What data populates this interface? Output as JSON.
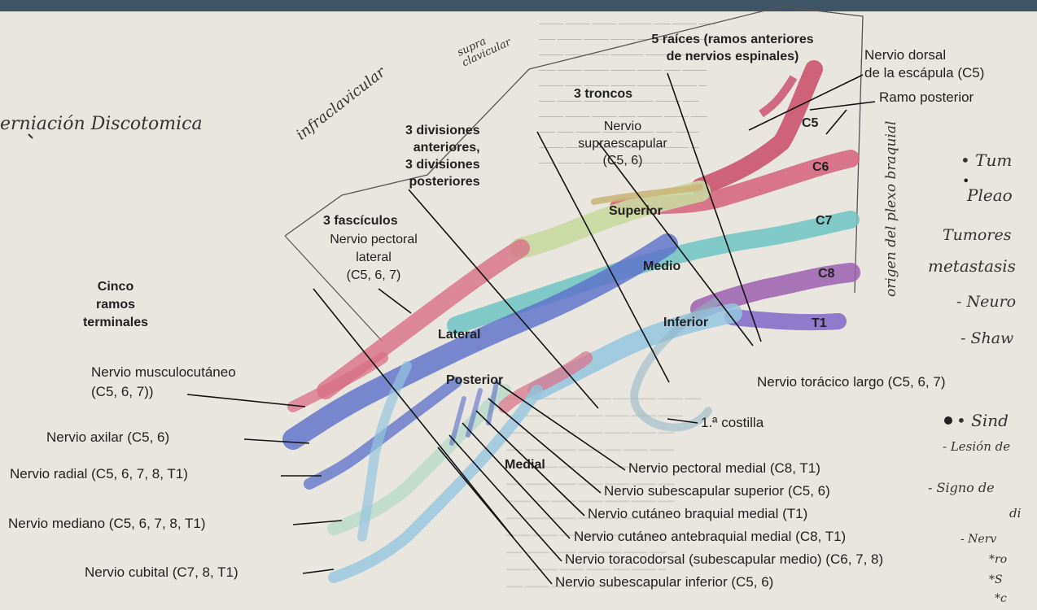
{
  "diagram": {
    "header_label_five_roots": "5 raíces (ramos anteriores\nde nervios espinales)",
    "header_label_trunks": "3 troncos",
    "header_label_divisions": "3 divisiones\nanteriores,\n3 divisiones\nposteriores",
    "header_label_fascicles": "3 fascículos",
    "header_label_terminals": "Cinco\nramos\nterminales",
    "roots": [
      "C5",
      "C6",
      "C7",
      "C8",
      "T1"
    ],
    "trunks": [
      "Superior",
      "Medio",
      "Inferior"
    ],
    "cords": [
      "Lateral",
      "Posterior",
      "Medial"
    ],
    "nerves_left": [
      "Nervio musculocutáneo\n(C5, 6, 7))",
      "Nervio axilar (C5, 6)",
      "Nervio radial (C5, 6, 7, 8, T1)",
      "Nervio mediano (C5, 6, 7, 8, T1)",
      "Nervio cubital (C7, 8, T1)"
    ],
    "nerves_top": [
      "Nervio supraescapular\n(C5, 6)",
      "Nervio pectoral\nlateral\n(C5, 6, 7)",
      "Nervio dorsal\nde la escápula (C5)",
      "Ramo posterior"
    ],
    "nerves_right": [
      "Nervio torácico largo (C5, 6, 7)",
      "1.ª costilla"
    ],
    "nerves_bottom": [
      "Nervio pectoral medial (C8, T1)",
      "Nervio subescapular superior (C5, 6)",
      "Nervio cutáneo braquial medial (T1)",
      "Nervio cutáneo antebraquial medial (C8, T1)",
      "Nervio toracodorsal (subescapular medio) (C6, 7, 8)",
      "Nervio subescapular inferior (C5, 6)"
    ]
  },
  "handwriting": {
    "left_note": "erniación  Discotomica",
    "infraclavicular": "infraclavicular",
    "supraclavicular": "supra\nclavicular",
    "origin_note": "origen del plexo braquial",
    "right_notes": [
      "• Tum",
      "Pleao",
      "Tumores",
      "metastasis",
      "- Neuro",
      "- Shaw",
      "• Sind",
      "- Lesión de",
      "- Signo de",
      "di",
      "- Nerv",
      "*ro",
      "*S",
      "*c"
    ]
  },
  "colors": {
    "c5": "#c94a6a",
    "c6": "#d6607d",
    "c7": "#6fc3c3",
    "c8": "#9b5fb0",
    "t1": "#4a5cc0",
    "superior": "#c9d9a0",
    "lateral": "#d86f86",
    "posterior": "#5a6fc8",
    "medial": "#93c5df",
    "paper": "#e9e6df",
    "header_bar": "#3f5566"
  }
}
